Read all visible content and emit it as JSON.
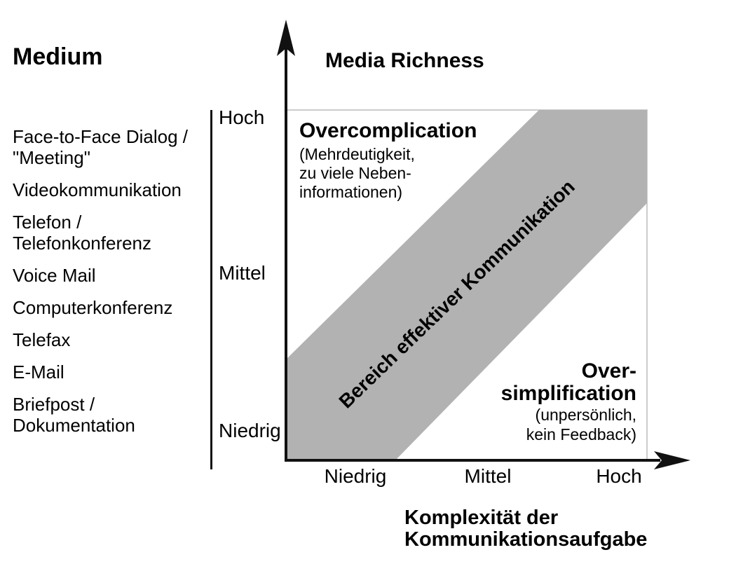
{
  "colors": {
    "band": "#b2b2b2",
    "plot_border": "#cccccc",
    "axis": "#111111",
    "text": "#000000"
  },
  "medium_panel": {
    "title": "Medium",
    "items": [
      {
        "line1": "Face-to-Face Dialog /",
        "line2": "\"Meeting\""
      },
      {
        "line1": "Videokommunikation"
      },
      {
        "line1": "Telefon /",
        "line2": "Telefonkonferenz"
      },
      {
        "line1": "Voice Mail"
      },
      {
        "line1": "Computerkonferenz"
      },
      {
        "line1": "Telefax"
      },
      {
        "line1": "E-Mail"
      },
      {
        "line1": "Briefpost /",
        "line2": "Dokumentation"
      }
    ]
  },
  "chart": {
    "y_axis_title": "Media Richness",
    "y_ticks": [
      "Hoch",
      "Mittel",
      "Niedrig"
    ],
    "x_ticks": [
      "Niedrig",
      "Mittel",
      "Hoch"
    ],
    "x_axis_title_line1": "Komplexität der",
    "x_axis_title_line2": "Kommunikationsaufgabe",
    "band_label": "Bereich effektiver Kommunikation",
    "overcomplication": {
      "title": "Overcomplication",
      "line1": "(Mehrdeutigkeit,",
      "line2": "zu viele Neben-",
      "line3": "informationen)"
    },
    "oversimplification": {
      "title_line1": "Over-",
      "title_line2": "simplification",
      "line1": "(unpersönlich,",
      "line2": "kein Feedback)"
    }
  }
}
